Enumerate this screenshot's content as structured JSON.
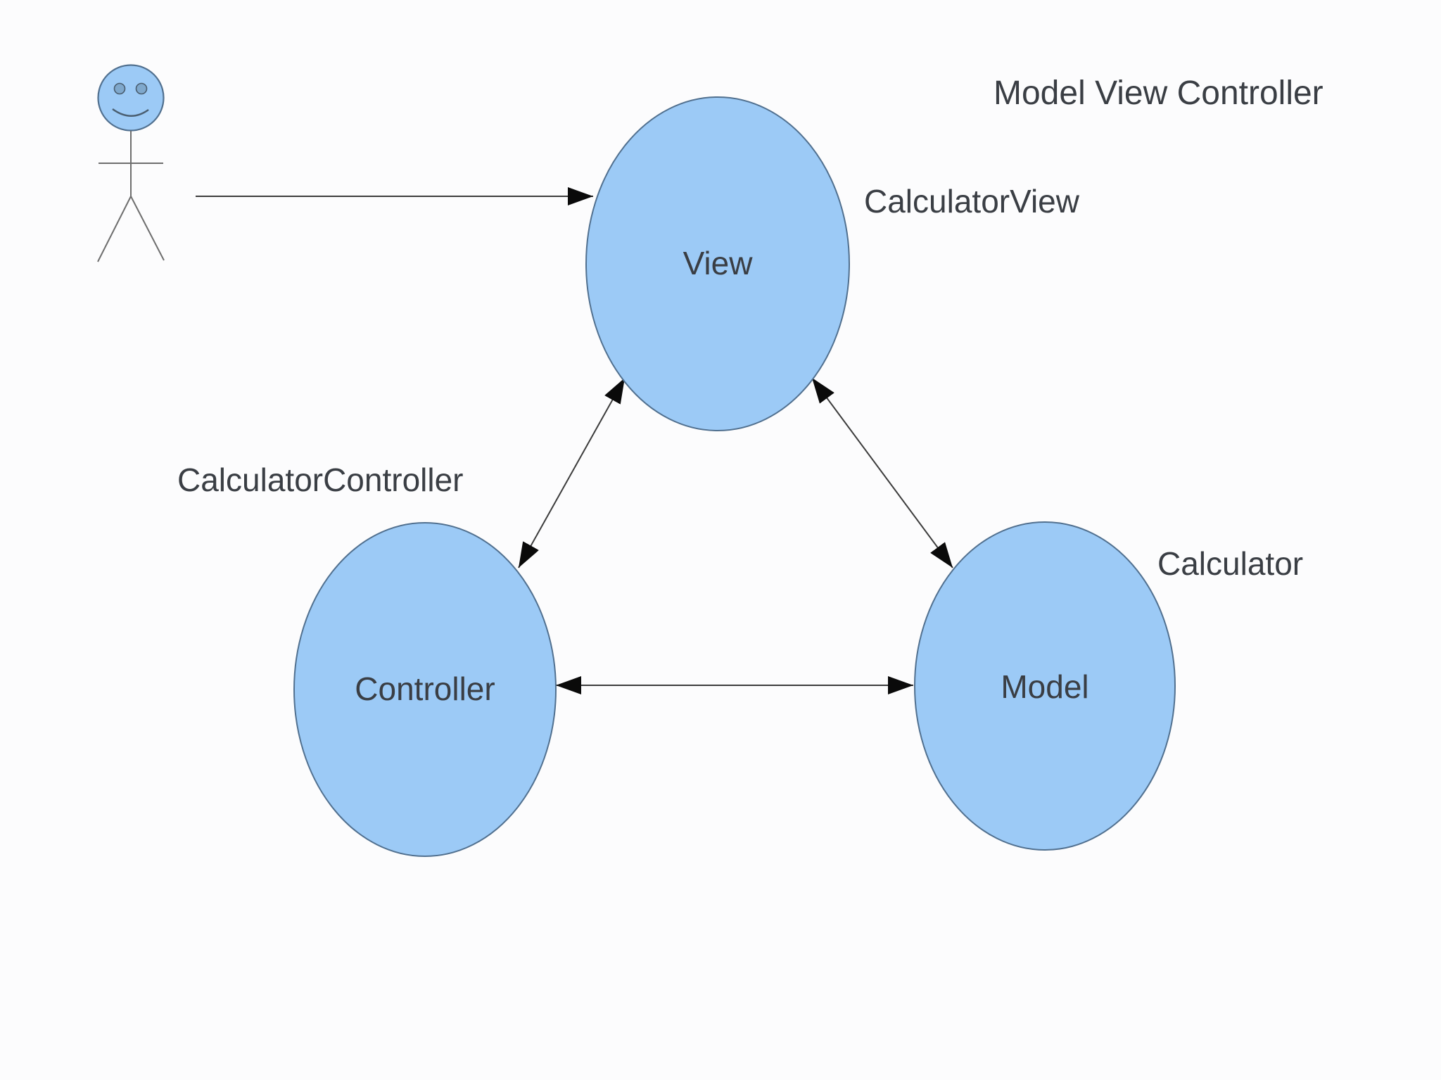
{
  "diagram": {
    "title": "Model View Controller",
    "nodes": [
      {
        "id": "view",
        "label": "View",
        "annotation": "CalculatorView"
      },
      {
        "id": "controller",
        "label": "Controller",
        "annotation": "CalculatorController"
      },
      {
        "id": "model",
        "label": "Model",
        "annotation": "Calculator"
      }
    ],
    "actor": {
      "icon": "stick-figure-person-icon"
    },
    "edges": [
      {
        "from": "actor",
        "to": "view",
        "style": "single-arrow"
      },
      {
        "from": "view",
        "to": "controller",
        "style": "double-arrow"
      },
      {
        "from": "view",
        "to": "model",
        "style": "double-arrow"
      },
      {
        "from": "controller",
        "to": "model",
        "style": "double-arrow"
      }
    ]
  },
  "colors": {
    "node_fill": "#9ccaf6",
    "node_stroke": "#51708f",
    "label_text": "#3a3e44",
    "connector": "#3c3c3c",
    "arrowhead": "#0a0a0a",
    "figure_line": "#6e6e6e",
    "eye_fill": "#7fa8cc",
    "eye_stroke": "#4a5e70"
  }
}
